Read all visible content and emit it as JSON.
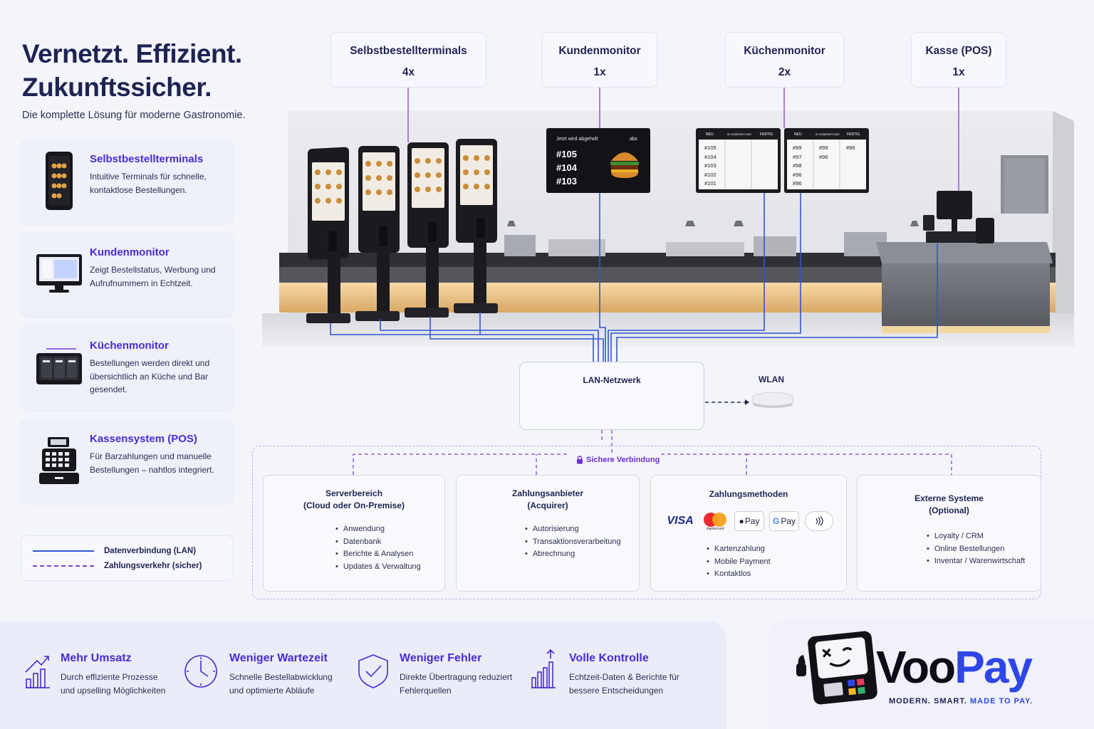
{
  "headline": {
    "line1": "Vernetzt. Effizient.",
    "line2": "Zukunftssicher."
  },
  "subline": "Die komplette Lösung für moderne Gastronomie.",
  "cards": [
    {
      "title": "Selbstbestellterminals",
      "text": "Intuitive Terminals für schnelle, kontaktlose Bestellungen."
    },
    {
      "title": "Kundenmonitor",
      "text": "Zeigt Bestellstatus, Werbung und Aufrufnummern in Echtzeit."
    },
    {
      "title": "Küchenmonitor",
      "text": "Bestellungen werden direkt und übersichtlich an Küche und Bar gesendet."
    },
    {
      "title": "Kassensystem (POS)",
      "text": "Für Barzahlungen und manuelle Bestellungen – nahtlos integriert."
    }
  ],
  "legend": {
    "lan": "Datenverbindung (LAN)",
    "payment": "Zahlungsverkehr (sicher)",
    "lan_color": "#2f55d4",
    "payment_color": "#8a3fd0"
  },
  "devices": [
    {
      "name": "Selbstbestellterminals",
      "count": "4x"
    },
    {
      "name": "Kundenmonitor",
      "count": "1x"
    },
    {
      "name": "Küchenmonitor",
      "count": "2x"
    },
    {
      "name": "Kasse (POS)",
      "count": "1x"
    }
  ],
  "customer_monitor": {
    "header_left": "Jetzt wird abgeholt",
    "header_right": "abc",
    "numbers": [
      "#105",
      "#104",
      "#103"
    ]
  },
  "kitchen_monitors": [
    {
      "columns": [
        "NEU",
        "IN ZUBEREITUNG",
        "FERTIG"
      ],
      "col1": [
        "#105",
        "#104",
        "#103",
        "#102",
        "#101"
      ],
      "col2": [],
      "col3": []
    },
    {
      "columns": [
        "NEU",
        "IN ZUBEREITUNG",
        "FERTIG"
      ],
      "col1": [
        "#99",
        "#97",
        "#98",
        "#96",
        "#96"
      ],
      "col2": [
        "#99",
        "#96"
      ],
      "col3": [
        "#96"
      ]
    }
  ],
  "network": {
    "lan": "LAN-Netzwerk",
    "wlan": "WLAN",
    "secure": "Sichere Verbindung"
  },
  "services": [
    {
      "title": "Serverbereich",
      "title2": "(Cloud oder On-Premise)",
      "items": [
        "Anwendung",
        "Datenbank",
        "Berichte & Analysen",
        "Updates & Verwaltung"
      ]
    },
    {
      "title": "Zahlungsanbieter",
      "title2": "(Acquirer)",
      "items": [
        "Autorisierung",
        "Transaktionsverarbeitung",
        "Abrechnung"
      ]
    },
    {
      "title": "Zahlungsmethoden",
      "title2": "",
      "items": [
        "Kartenzahlung",
        "Mobile Payment",
        "Kontaktlos"
      ],
      "badges": {
        "visa": "VISA",
        "mastercard": "mastercard",
        "applepay": "Pay",
        "gpay": "Pay"
      }
    },
    {
      "title": "Externe Systeme",
      "title2": "(Optional)",
      "items": [
        "Loyalty / CRM",
        "Online Bestellungen",
        "Inventar / Warenwirtschaft"
      ]
    }
  ],
  "benefits": [
    {
      "title": "Mehr Umsatz",
      "text1": "Durch effiziente Prozesse",
      "text2": "und upselling Möglichkeiten"
    },
    {
      "title": "Weniger Wartezeit",
      "text1": "Schnelle Bestellabwicklung",
      "text2": "und optimierte Abläufe"
    },
    {
      "title": "Weniger Fehler",
      "text1": "Direkte Übertragung reduziert",
      "text2": "Fehlerquellen"
    },
    {
      "title": "Volle Kontrolle",
      "text1": "Echtzeit-Daten & Berichte für",
      "text2": "bessere Entscheidungen"
    }
  ],
  "brand": {
    "name_part1": "Voo",
    "name_part2": "Pay",
    "slogan_part1": "MODERN. SMART.",
    "slogan_part2": "MADE TO PAY.",
    "accent": "#2f46e6",
    "purple": "#4b2bd1"
  }
}
